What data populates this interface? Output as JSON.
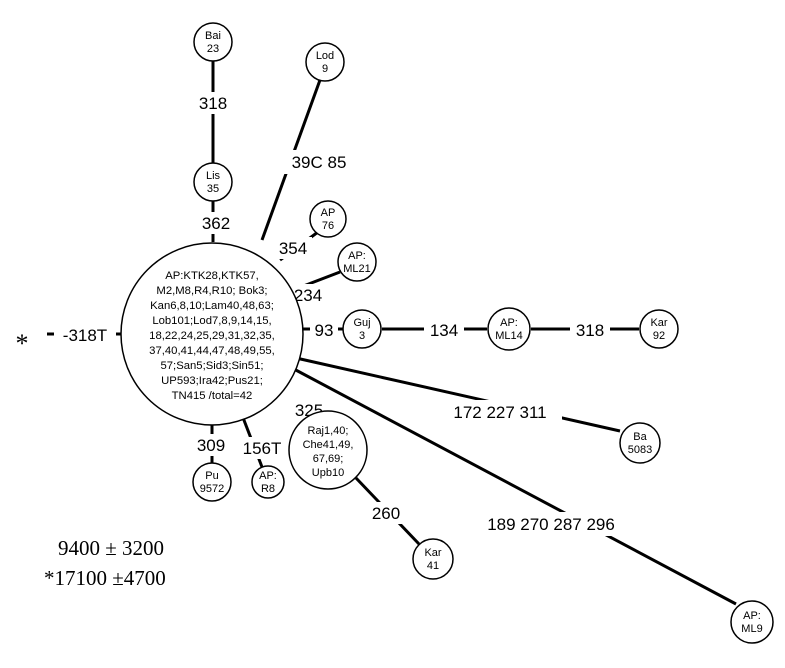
{
  "hub": {
    "lines": [
      "AP:KTK28,KTK57,",
      "M2,M8,R4,R10; Bok3;",
      "Kan6,8,10;Lam40,48,63;",
      "Lob101;Lod7,8,9,14,15,",
      "18,22,24,25,29,31,32,35,",
      "37,40,41,44,47,48,49,55,",
      "57;San5;Sid3;Sin51;",
      "UP593;Ira42;Pus21;",
      "TN415 /total=42"
    ]
  },
  "nodes": {
    "bai": [
      "Bai",
      "23"
    ],
    "lis": [
      "Lis",
      "35"
    ],
    "lod": [
      "Lod",
      "9"
    ],
    "ap76": [
      "AP",
      "76"
    ],
    "apml21": [
      "AP:",
      "ML21"
    ],
    "guj": [
      "Guj",
      "3"
    ],
    "apml14": [
      "AP:",
      "ML14"
    ],
    "kar92": [
      "Kar",
      "92"
    ],
    "ba": [
      "Ba",
      "5083"
    ],
    "raj": [
      "Raj1,40;",
      "Che41,49,",
      "67,69;",
      "Upb10"
    ],
    "kar41": [
      "Kar",
      "41"
    ],
    "apml9": [
      "AP:",
      "ML9"
    ],
    "pu": [
      "Pu",
      "9572"
    ],
    "apr8": [
      "AP:",
      "R8"
    ]
  },
  "mutations": {
    "m318_bai": "318",
    "m362": "362",
    "m39c85": "39C 85",
    "m354": "354",
    "m234": "234",
    "m93": "93",
    "m134": "134",
    "m318_kar": "318",
    "m172": "172 227 311",
    "m189": "189 270 287 296",
    "m325": "325",
    "m260": "260",
    "m309": "309",
    "m156t": "156T",
    "m318t": "-318T"
  },
  "root_marker": "*",
  "notes": {
    "age1": "9400 ± 3200",
    "age2": "*17100 ±4700"
  }
}
